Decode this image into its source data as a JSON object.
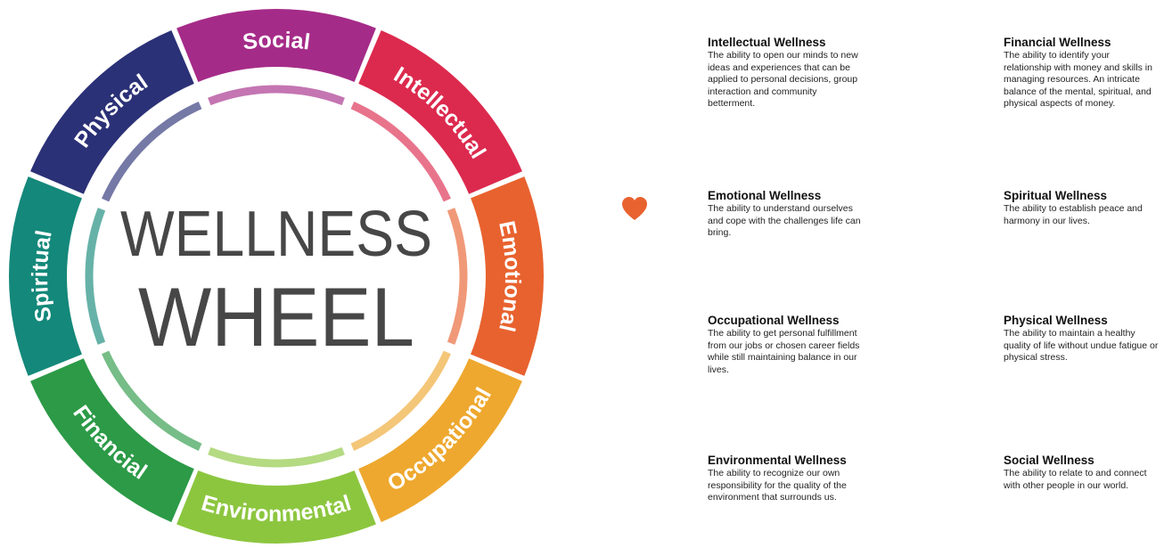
{
  "wheel": {
    "title_line1": "WELLNESS",
    "title_line2": "WHEEL",
    "segments": [
      {
        "label": "Social",
        "color": "#a52b88"
      },
      {
        "label": "Intellectual",
        "color": "#dc2a4e"
      },
      {
        "label": "Emotional",
        "color": "#e8622f"
      },
      {
        "label": "Occupational",
        "color": "#eea82f"
      },
      {
        "label": "Environmental",
        "color": "#8cc63f"
      },
      {
        "label": "Financial",
        "color": "#2c9a47"
      },
      {
        "label": "Spiritual",
        "color": "#14887a"
      },
      {
        "label": "Physical",
        "color": "#2b3176"
      }
    ]
  },
  "dimensions": [
    {
      "key": "intellectual",
      "icon": "lightbulb-icon",
      "color": "#dc2a4e",
      "title": "Intellectual Wellness",
      "text": "The ability to open our minds to new ideas and experiences that can be applied to personal decisions, group interaction and community betterment."
    },
    {
      "key": "financial",
      "icon": "dollar-icon",
      "color": "#2c9a47",
      "title": "Financial Wellness",
      "text": "The ability to identify your relationship with money and skills in managing resources. An intricate balance of the mental, spiritual, and physical aspects of money."
    },
    {
      "key": "emotional",
      "icon": "head-heart-icon",
      "color": "#e8622f",
      "title": "Emotional Wellness",
      "text": "The ability to understand ourselves and cope with the challenges life can bring."
    },
    {
      "key": "spiritual",
      "icon": "lotus-icon",
      "color": "#14887a",
      "title": "Spiritual Wellness",
      "text": "The ability to establish peace and harmony in our lives."
    },
    {
      "key": "occupational",
      "icon": "briefcase-icon",
      "color": "#eea82f",
      "title": "Occupational Wellness",
      "text": "The ability to get personal fulfillment from our jobs or chosen career fields while still maintaining balance in our lives."
    },
    {
      "key": "physical",
      "icon": "running-person-icon",
      "color": "#2b3176",
      "title": "Physical Wellness",
      "text": "The ability to maintain a healthy quality of life without undue fatigue or physical stress."
    },
    {
      "key": "environmental",
      "icon": "tree-icon",
      "color": "#8cc63f",
      "title": "Environmental Wellness",
      "text": "The ability to recognize our own responsibility for the quality of the environment that surrounds us."
    },
    {
      "key": "social",
      "icon": "speech-bubbles-icon",
      "color": "#a52b88",
      "title": "Social Wellness",
      "text": "The ability to relate to and connect with other people in our world."
    }
  ]
}
